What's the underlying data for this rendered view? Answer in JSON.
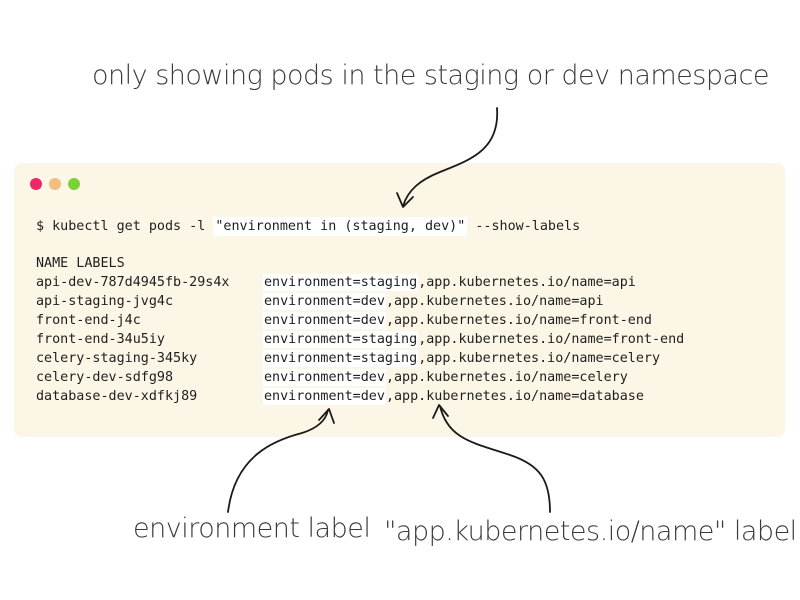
{
  "annotations": {
    "top": "only showing pods in the staging or dev namespace",
    "environment": "environment label",
    "app_name": "\"app.kubernetes.io/name\" label"
  },
  "terminal": {
    "window_dots": [
      "#f0266a",
      "#f0be7e",
      "#79d338"
    ],
    "command": {
      "prefix": "$ kubectl get pods -l ",
      "selector": "\"environment in (staging, dev)\"",
      "suffix": " --show-labels"
    },
    "header": "NAME LABELS",
    "rows": [
      {
        "name": "api-dev-787d4945fb-29s4x",
        "env": "environment=staging",
        "rest": ",app.kubernetes.io/name=api"
      },
      {
        "name": "api-staging-jvg4c",
        "env": "environment=dev",
        "rest": ",app.kubernetes.io/name=api"
      },
      {
        "name": "front-end-j4c",
        "env": "environment=dev",
        "rest": ",app.kubernetes.io/name=front-end"
      },
      {
        "name": "front-end-34u5iy",
        "env": "environment=staging",
        "rest": ",app.kubernetes.io/name=front-end"
      },
      {
        "name": "celery-staging-345ky",
        "env": "environment=staging",
        "rest": ",app.kubernetes.io/name=celery"
      },
      {
        "name": "celery-dev-sdfg98",
        "env": "environment=dev",
        "rest": ",app.kubernetes.io/name=celery"
      },
      {
        "name": "database-dev-xdfkj89",
        "env": "environment=dev",
        "rest": ",app.kubernetes.io/name=database"
      }
    ]
  }
}
